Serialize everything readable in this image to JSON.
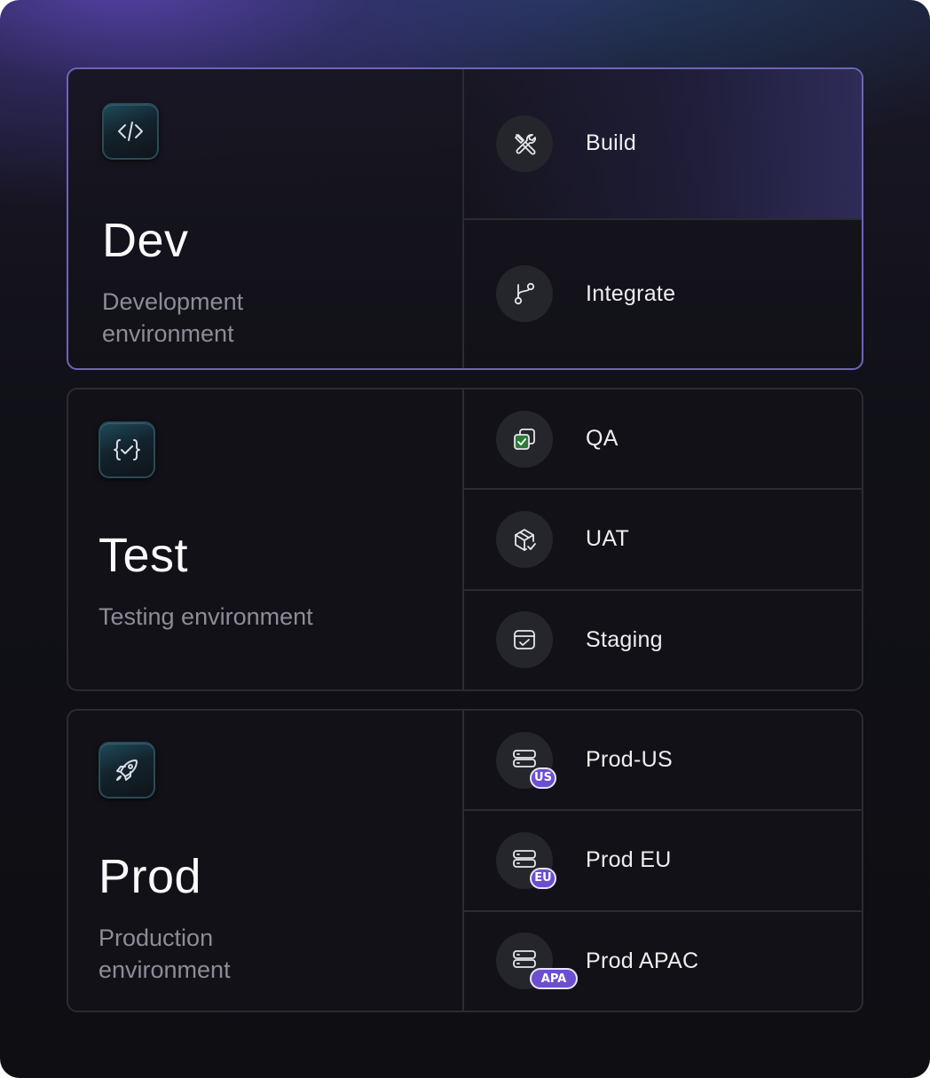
{
  "environments": [
    {
      "title": "Dev",
      "subtitle": "Development environment",
      "icon": "code-icon",
      "stages": [
        {
          "label": "Build",
          "icon": "tools-icon"
        },
        {
          "label": "Integrate",
          "icon": "git-branch-icon"
        }
      ]
    },
    {
      "title": "Test",
      "subtitle": "Testing environment",
      "icon": "braces-check-icon",
      "stages": [
        {
          "label": "QA",
          "icon": "copy-check-icon"
        },
        {
          "label": "UAT",
          "icon": "box-check-icon"
        },
        {
          "label": "Staging",
          "icon": "calendar-check-icon"
        }
      ]
    },
    {
      "title": "Prod",
      "subtitle": "Production environment",
      "icon": "rocket-icon",
      "stages": [
        {
          "label": "Prod-US",
          "icon": "server-icon",
          "badge": "US"
        },
        {
          "label": "Prod EU",
          "icon": "server-icon",
          "badge": "EU"
        },
        {
          "label": "Prod APAC",
          "icon": "server-icon",
          "badge": "APA"
        }
      ]
    }
  ],
  "colors": {
    "accent_border": "#6f64b8",
    "badge": "#6b4fcf",
    "card_border": "#2b2b33",
    "qa_icon": "#2f7a3b"
  }
}
